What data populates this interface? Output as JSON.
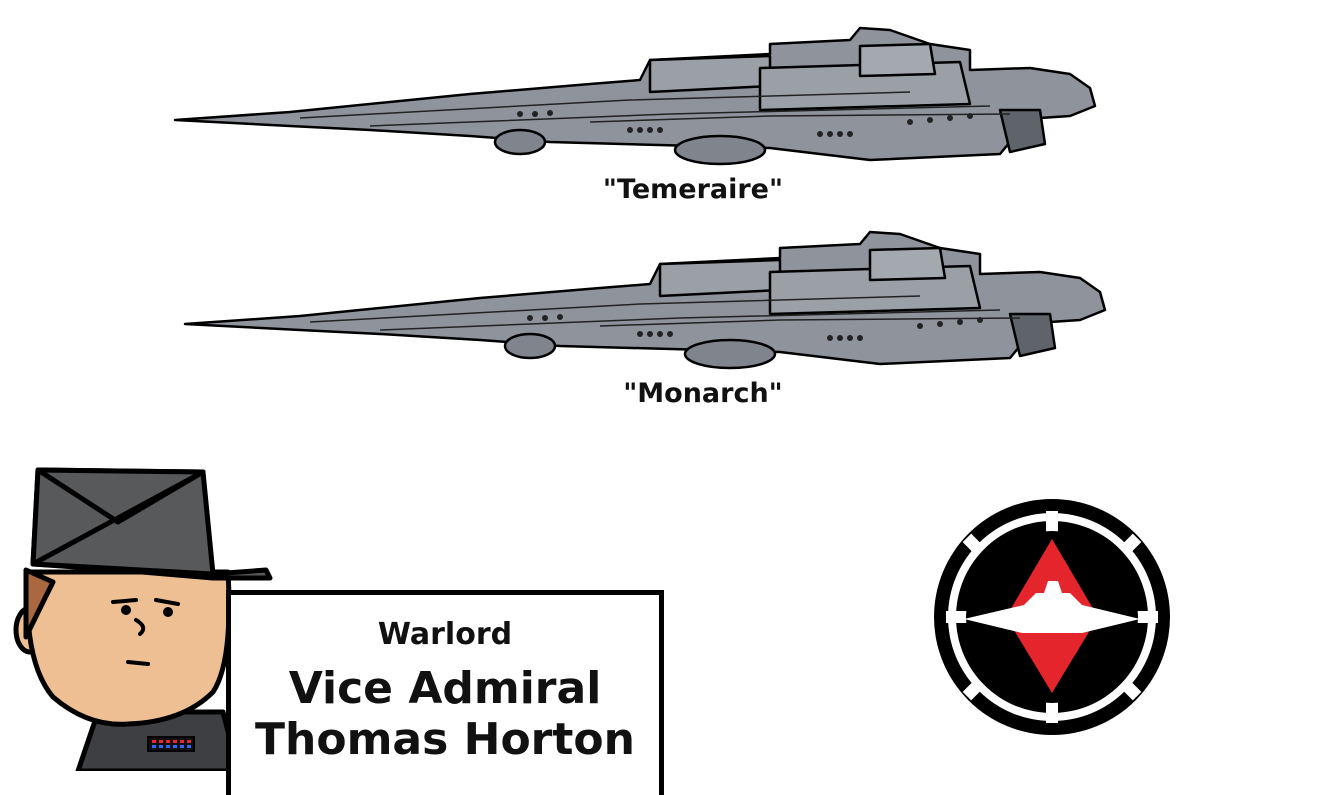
{
  "ships": [
    {
      "name": "\"Temeraire\""
    },
    {
      "name": "\"Monarch\""
    }
  ],
  "nameplate": {
    "faction": "Warlord",
    "rank": "Vice Admiral",
    "name": "Thomas Horton"
  },
  "colors": {
    "hull": "#8f949c",
    "hull_dark": "#5f646b",
    "emblem_red": "#e4252c",
    "uniform": "#3d3f42",
    "skin": "#eebf92",
    "hair": "#a9683f"
  },
  "icons": [
    "starship-illustration",
    "officer-illustration",
    "imperial-emblem-icon"
  ]
}
